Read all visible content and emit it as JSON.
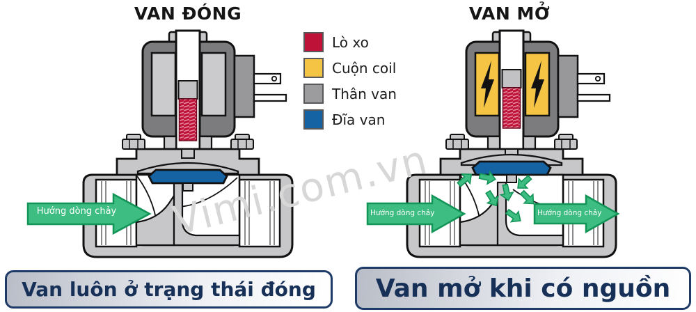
{
  "left_panel": {
    "title": "VAN ĐÓNG",
    "state": "closed",
    "flow_label": "Hướng dòng chảy",
    "caption": "Van luôn ở trạng thái đóng"
  },
  "right_panel": {
    "title": "VAN MỞ",
    "state": "open",
    "flow_label_in": "Hướng dòng chảy",
    "flow_label_out": "Hướng dòng chảy",
    "caption": "Van mở khi có nguồn"
  },
  "legend": {
    "items": [
      {
        "label": "Lò xo",
        "color": "#BF1238"
      },
      {
        "label": "Cuộn coil",
        "color": "#F5C445"
      },
      {
        "label": "Thân van",
        "color": "#9C9C9F"
      },
      {
        "label": "Đĩa van",
        "color": "#1563A3"
      }
    ]
  },
  "watermark": "Vimi.com.vn",
  "colors": {
    "body_gray": "#C7C7C9",
    "housing_gray": "#7C7C7E",
    "coil_idle_gray": "#CBCBCD",
    "connector_gray": "#98989B",
    "plunger_gray": "#C2C2C4",
    "arrow_green": "#3EBD82",
    "arrow_green_border": "#129457",
    "caption_navy": "#1E3A66",
    "outline_black": "#111111"
  }
}
